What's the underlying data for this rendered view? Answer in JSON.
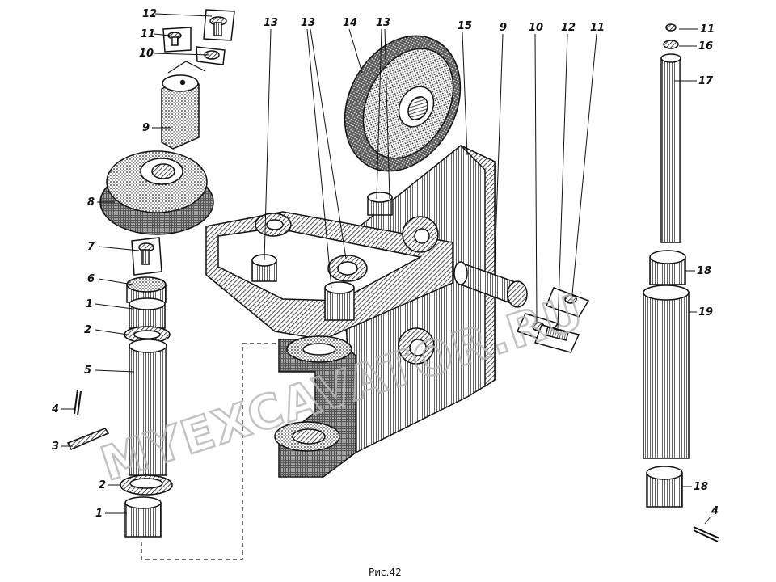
{
  "figure": {
    "caption": "Рис.42",
    "watermark": "MYEXCAVATOR.RU"
  },
  "labels": [
    {
      "id": "l12a",
      "text": "12"
    },
    {
      "id": "l11a",
      "text": "11"
    },
    {
      "id": "l10a",
      "text": "10"
    },
    {
      "id": "l9a",
      "text": "9"
    },
    {
      "id": "l8",
      "text": "8"
    },
    {
      "id": "l7",
      "text": "7"
    },
    {
      "id": "l6",
      "text": "6"
    },
    {
      "id": "l1a",
      "text": "1"
    },
    {
      "id": "l2a",
      "text": "2"
    },
    {
      "id": "l5",
      "text": "5"
    },
    {
      "id": "l4a",
      "text": "4"
    },
    {
      "id": "l3",
      "text": "3"
    },
    {
      "id": "l2b",
      "text": "2"
    },
    {
      "id": "l1b",
      "text": "1"
    },
    {
      "id": "l13a",
      "text": "13"
    },
    {
      "id": "l13b",
      "text": "13"
    },
    {
      "id": "l14",
      "text": "14"
    },
    {
      "id": "l13c",
      "text": "13"
    },
    {
      "id": "l15",
      "text": "15"
    },
    {
      "id": "l9b",
      "text": "9"
    },
    {
      "id": "l10b",
      "text": "10"
    },
    {
      "id": "l12b",
      "text": "12"
    },
    {
      "id": "l11b",
      "text": "11"
    },
    {
      "id": "l11c",
      "text": "11"
    },
    {
      "id": "l16",
      "text": "16"
    },
    {
      "id": "l17",
      "text": "17"
    },
    {
      "id": "l18a",
      "text": "18"
    },
    {
      "id": "l19",
      "text": "19"
    },
    {
      "id": "l18b",
      "text": "18"
    },
    {
      "id": "l4b",
      "text": "4"
    }
  ]
}
